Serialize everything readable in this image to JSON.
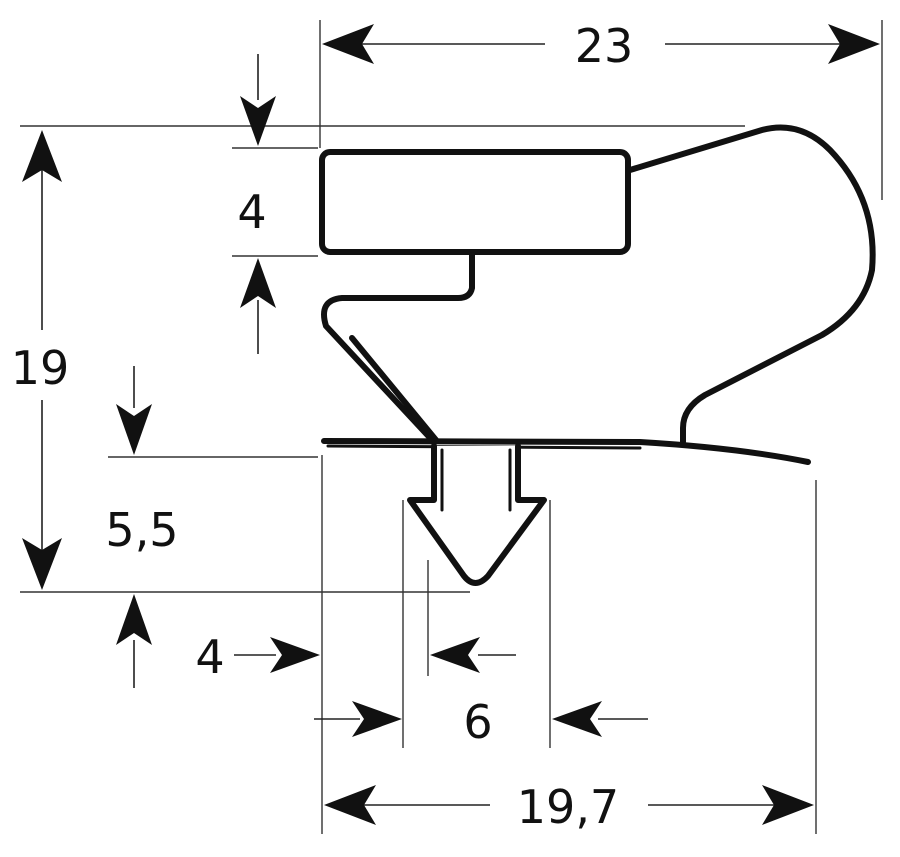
{
  "drawing": {
    "type": "gasket-profile-dimension-drawing",
    "colors": {
      "line": "#111111",
      "background": "#ffffff"
    },
    "dimensions": {
      "overall_width": "23",
      "overall_height": "19",
      "top_section_height": "4",
      "base_offset": "5,5",
      "flange_offset": "4",
      "anchor_width": "6",
      "base_width": "19,7"
    }
  }
}
